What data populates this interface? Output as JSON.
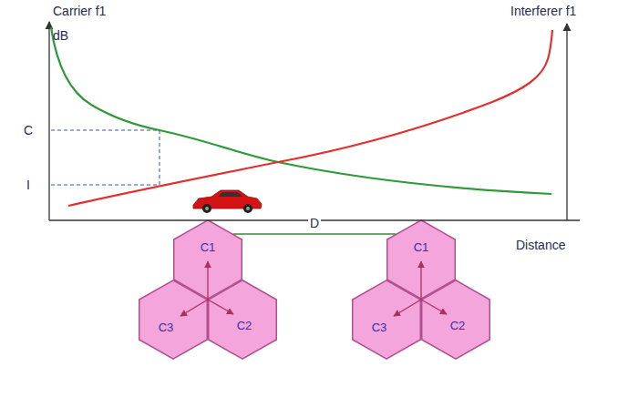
{
  "diagram": {
    "nodes": [
      {
        "text": [
          "C1"
        ]
      },
      {
        "text": [
          "C3"
        ]
      },
      {
        "text": [
          "C2"
        ]
      },
      {
        "text": [
          "C1"
        ]
      },
      {
        "text": [
          "C3"
        ]
      },
      {
        "text": [
          "C2"
        ]
      }
    ],
    "edges": [
      {
        "from": 0,
        "to": 3,
        "arrow": "none",
        "label": "D"
      }
    ],
    "labels": [
      "Carrier f1",
      "dB",
      "Interferer f1",
      "C",
      "I",
      "Distance"
    ]
  }
}
